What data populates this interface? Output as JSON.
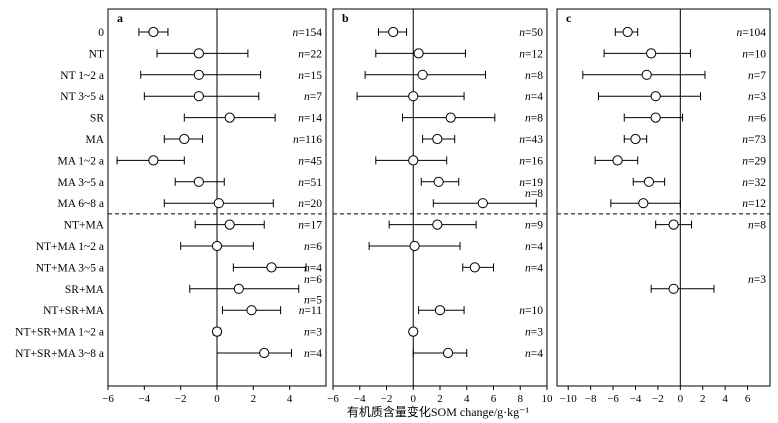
{
  "x_axis_label": "有机质含量变化SOM change/g·kg⁻¹",
  "categories": [
    "0",
    "NT",
    "NT 1~2 a",
    "NT 3~5 a",
    "SR",
    "MA",
    "MA 1~2 a",
    "MA 3~5 a",
    "MA 6~8 a",
    "NT+MA",
    "NT+MA 1~2 a",
    "NT+MA 3~5 a",
    "SR+MA",
    "NT+SR+MA",
    "NT+SR+MA 1~2 a",
    "NT+SR+MA 3~8 a"
  ],
  "chart_data": [
    {
      "type": "scatter",
      "panel": "a",
      "xlim": [
        -6,
        6
      ],
      "xticks": [
        -6,
        -4,
        -2,
        0,
        2,
        4
      ],
      "n_prefix": "n",
      "points": [
        {
          "row": 0,
          "mean": -3.5,
          "lo": -4.3,
          "hi": -2.7,
          "n": "=154"
        },
        {
          "row": 1,
          "mean": -1.0,
          "lo": -3.3,
          "hi": 1.7,
          "n": "=22"
        },
        {
          "row": 2,
          "mean": -1.0,
          "lo": -4.2,
          "hi": 2.4,
          "n": "=15"
        },
        {
          "row": 3,
          "mean": -1.0,
          "lo": -4.0,
          "hi": 2.3,
          "n": "=7"
        },
        {
          "row": 4,
          "mean": 0.7,
          "lo": -1.8,
          "hi": 3.2,
          "n": "=14"
        },
        {
          "row": 5,
          "mean": -1.8,
          "lo": -2.9,
          "hi": -0.8,
          "n": "=116"
        },
        {
          "row": 6,
          "mean": -3.5,
          "lo": -5.5,
          "hi": -1.8,
          "n": "=45"
        },
        {
          "row": 7,
          "mean": -1.0,
          "lo": -2.3,
          "hi": 0.4,
          "n": "=51"
        },
        {
          "row": 8,
          "mean": 0.1,
          "lo": -2.9,
          "hi": 3.1,
          "n": "=20"
        },
        {
          "row": 9,
          "mean": 0.7,
          "lo": -1.2,
          "hi": 2.6,
          "n": "=17"
        },
        {
          "row": 10,
          "mean": 0.0,
          "lo": -2.0,
          "hi": 2.0,
          "n": "=6"
        },
        {
          "row": 11,
          "mean": 3.0,
          "lo": 0.9,
          "hi": 4.9,
          "n": "=4"
        },
        {
          "row": 12,
          "mean": 1.2,
          "lo": -1.5,
          "hi": 4.5,
          "n": "=6",
          "n_pos": "above"
        },
        {
          "row": 13,
          "mean": 1.9,
          "lo": 0.3,
          "hi": 3.5,
          "n": "=11"
        },
        {
          "row": 14,
          "mean": 0.0,
          "lo": -0.2,
          "hi": 0.2,
          "n": "=3"
        },
        {
          "row": 15,
          "mean": 2.6,
          "lo": 0.0,
          "hi": 4.1,
          "n": "=4"
        }
      ],
      "extra_n_labels": [
        {
          "after_row": 12,
          "n": "=5"
        }
      ]
    },
    {
      "type": "scatter",
      "panel": "b",
      "xlim": [
        -6,
        10
      ],
      "xticks": [
        -6,
        -4,
        -2,
        0,
        2,
        4,
        6,
        8,
        10
      ],
      "n_prefix": "n",
      "points": [
        {
          "row": 0,
          "mean": -1.5,
          "lo": -2.6,
          "hi": -0.5,
          "n": "=50"
        },
        {
          "row": 1,
          "mean": 0.4,
          "lo": -2.8,
          "hi": 3.9,
          "n": "=12"
        },
        {
          "row": 2,
          "mean": 0.7,
          "lo": -3.6,
          "hi": 5.4,
          "n": "=8"
        },
        {
          "row": 3,
          "mean": 0.0,
          "lo": -4.2,
          "hi": 3.8,
          "n": "=4"
        },
        {
          "row": 4,
          "mean": 2.8,
          "lo": -0.8,
          "hi": 6.1,
          "n": "=8"
        },
        {
          "row": 5,
          "mean": 1.8,
          "lo": 0.7,
          "hi": 3.1,
          "n": "=43"
        },
        {
          "row": 6,
          "mean": 0.0,
          "lo": -2.8,
          "hi": 2.5,
          "n": "=16"
        },
        {
          "row": 7,
          "mean": 1.9,
          "lo": 0.6,
          "hi": 3.4,
          "n": "=19"
        },
        {
          "row": 8,
          "mean": 5.2,
          "lo": 1.5,
          "hi": 9.2,
          "n": "=8",
          "n_pos": "above"
        },
        {
          "row": 9,
          "mean": 1.8,
          "lo": -1.8,
          "hi": 4.7,
          "n": "=9"
        },
        {
          "row": 10,
          "mean": 0.1,
          "lo": -3.3,
          "hi": 3.5,
          "n": "=4"
        },
        {
          "row": 11,
          "mean": 4.6,
          "lo": 3.7,
          "hi": 6.0,
          "n": "=4"
        },
        {
          "row": 13,
          "mean": 2.0,
          "lo": 0.4,
          "hi": 3.8,
          "n": "=10"
        },
        {
          "row": 14,
          "mean": 0.0,
          "lo": -0.2,
          "hi": 0.2,
          "n": "=3"
        },
        {
          "row": 15,
          "mean": 2.6,
          "lo": 0.0,
          "hi": 4.0,
          "n": "=4"
        }
      ],
      "extra_n_labels": []
    },
    {
      "type": "scatter",
      "panel": "c",
      "xlim": [
        -11,
        8
      ],
      "xticks": [
        -10,
        -8,
        -6,
        -4,
        -2,
        0,
        2,
        4,
        6
      ],
      "n_prefix": "n",
      "points": [
        {
          "row": 0,
          "mean": -4.7,
          "lo": -5.8,
          "hi": -3.8,
          "n": "=104"
        },
        {
          "row": 1,
          "mean": -2.6,
          "lo": -6.8,
          "hi": 0.9,
          "n": "=10"
        },
        {
          "row": 2,
          "mean": -3.0,
          "lo": -8.7,
          "hi": 2.2,
          "n": "=7"
        },
        {
          "row": 3,
          "mean": -2.2,
          "lo": -7.3,
          "hi": 1.8,
          "n": "=3"
        },
        {
          "row": 4,
          "mean": -2.2,
          "lo": -5.0,
          "hi": 0.2,
          "n": "=6"
        },
        {
          "row": 5,
          "mean": -4.0,
          "lo": -5.0,
          "hi": -3.0,
          "n": "=73"
        },
        {
          "row": 6,
          "mean": -5.6,
          "lo": -7.6,
          "hi": -3.8,
          "n": "=29"
        },
        {
          "row": 7,
          "mean": -2.8,
          "lo": -4.2,
          "hi": -1.4,
          "n": "=32"
        },
        {
          "row": 8,
          "mean": -3.3,
          "lo": -6.2,
          "hi": 0.0,
          "n": "=12"
        },
        {
          "row": 9,
          "mean": -0.6,
          "lo": -2.2,
          "hi": 1.0,
          "n": "=8"
        },
        {
          "row": 12,
          "mean": -0.6,
          "lo": -2.6,
          "hi": 3.0,
          "n": "=3",
          "n_pos": "above"
        }
      ],
      "extra_n_labels": []
    }
  ],
  "panel_letters": [
    "a",
    "b",
    "c"
  ]
}
